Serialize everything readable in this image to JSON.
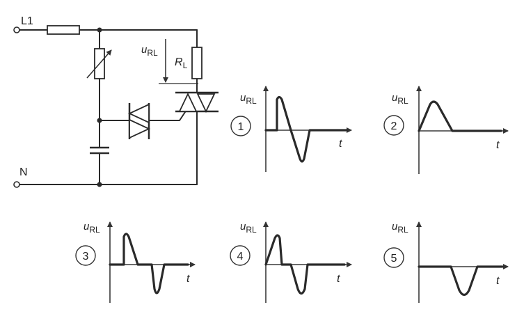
{
  "circuit": {
    "line_label": "L1",
    "neutral_label": "N",
    "voltage_label": "u",
    "voltage_sub": "RL",
    "load_label": "R",
    "load_sub": "L"
  },
  "waveforms": [
    {
      "number": "1",
      "ylabel": "u",
      "ysub": "RL",
      "xlabel": "t"
    },
    {
      "number": "2",
      "ylabel": "u",
      "ysub": "RL",
      "xlabel": "t"
    },
    {
      "number": "3",
      "ylabel": "u",
      "ysub": "RL",
      "xlabel": "t"
    },
    {
      "number": "4",
      "ylabel": "u",
      "ysub": "RL",
      "xlabel": "t"
    },
    {
      "number": "5",
      "ylabel": "u",
      "ysub": "RL",
      "xlabel": "t"
    }
  ]
}
